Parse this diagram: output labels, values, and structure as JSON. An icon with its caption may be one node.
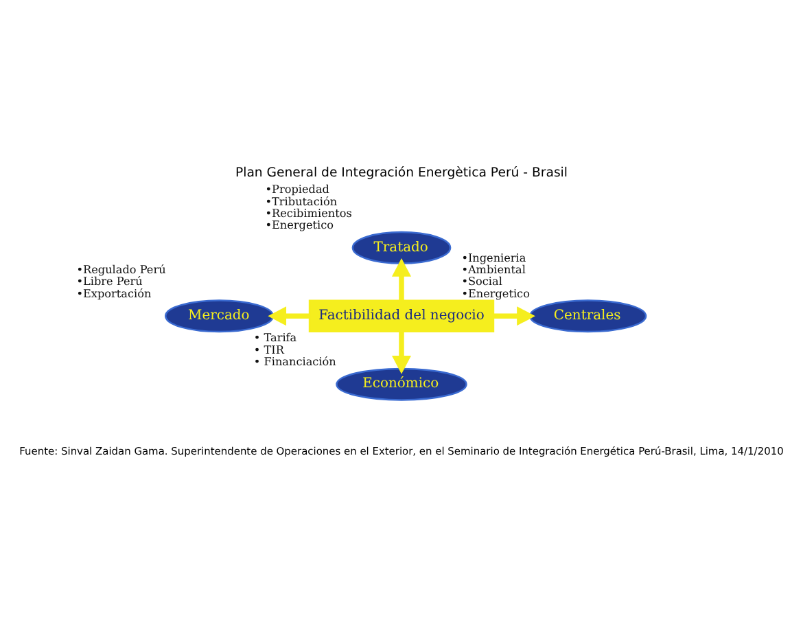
{
  "diagram": {
    "title": "Plan General de Integración Energètica Perú - Brasil",
    "caption": "Fuente: Sinval Zaidan Gama. Superintendente de Operaciones en el Exterior, en el Seminario de Integración Energética Perú-Brasil, Lima, 14/1/2010",
    "nodes": [
      {
        "text": [
          "Factibilidad del negocio"
        ]
      },
      {
        "text": [
          "Tratado"
        ],
        "beside": [
          "•Propiedad",
          "•Tributación",
          "•Recibimientos",
          "•Energetico"
        ]
      },
      {
        "text": [
          "Mercado"
        ],
        "beside": [
          "•Regulado Perú",
          "•Libre Perú",
          "•Exportación"
        ]
      },
      {
        "text": [
          "Centrales"
        ],
        "beside": [
          "•Ingenieria",
          "•Ambiental",
          "•Social",
          "•Energetico"
        ]
      },
      {
        "text": [
          "Económico"
        ],
        "beside": [
          "• Tarifa",
          "• TIR",
          "• Financiación"
        ]
      }
    ],
    "edges": [
      {
        "from": 0,
        "to": 1,
        "arrow": "to"
      },
      {
        "from": 0,
        "to": 2,
        "arrow": "to"
      },
      {
        "from": 0,
        "to": 3,
        "arrow": "to"
      },
      {
        "from": 0,
        "to": 4,
        "arrow": "to"
      }
    ]
  }
}
